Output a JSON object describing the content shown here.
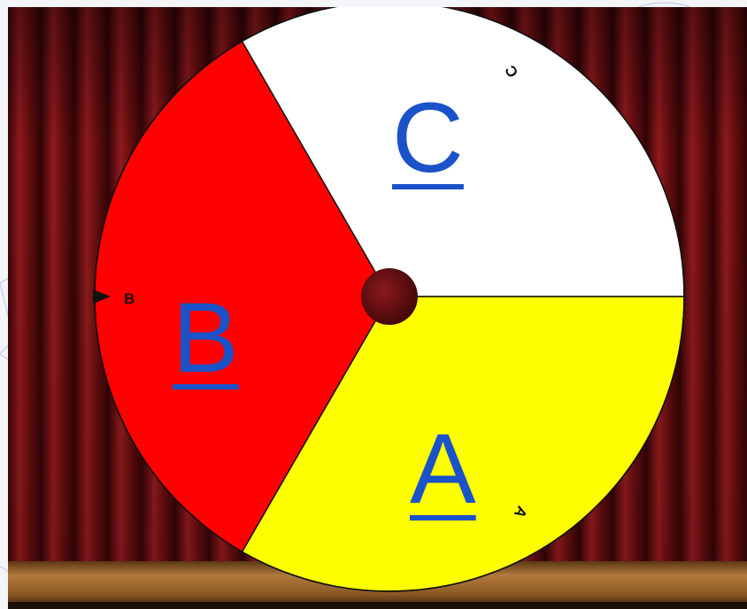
{
  "segments": [
    {
      "key": "A",
      "color": "#ffff00",
      "link_text": "A",
      "edge_label": "A"
    },
    {
      "key": "B",
      "color": "#ff0000",
      "link_text": "B",
      "edge_label": "B"
    },
    {
      "key": "C",
      "color": "#ffffff",
      "link_text": "C",
      "edge_label": "C"
    }
  ],
  "colors": {
    "link": "#1a52c9",
    "curtain": "#6e0f12",
    "floor": "#a06a30",
    "hub": "#6a1012"
  }
}
